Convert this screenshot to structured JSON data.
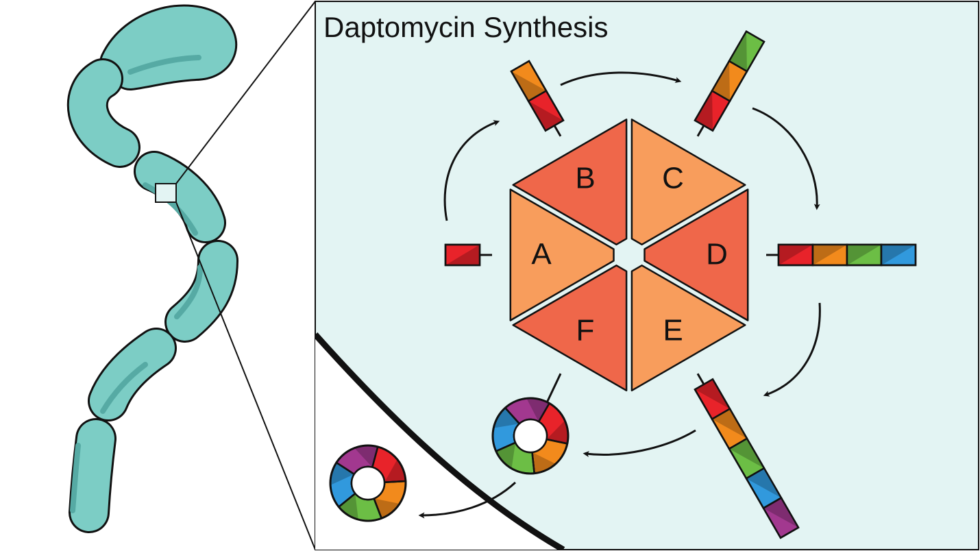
{
  "title": "Daptomycin Synthesis",
  "modules": [
    {
      "label": "A",
      "shade": "light"
    },
    {
      "label": "B",
      "shade": "dark"
    },
    {
      "label": "C",
      "shade": "light"
    },
    {
      "label": "D",
      "shade": "dark"
    },
    {
      "label": "E",
      "shade": "light"
    },
    {
      "label": "F",
      "shade": "dark"
    }
  ],
  "colors": {
    "panel_bg": "#e3f4f3",
    "bacteria_fill": "#7ccdc5",
    "bacteria_shade": "#56aaa4",
    "module_light": "#f89d5c",
    "module_dark": "#ef674a",
    "outline": "#111111",
    "amino_acids": [
      "#e8232a",
      "#f28a1c",
      "#6cbe45",
      "#3199dd",
      "#a2388f"
    ]
  },
  "amino_acid_chain_lengths": [
    1,
    2,
    3,
    4,
    5
  ]
}
